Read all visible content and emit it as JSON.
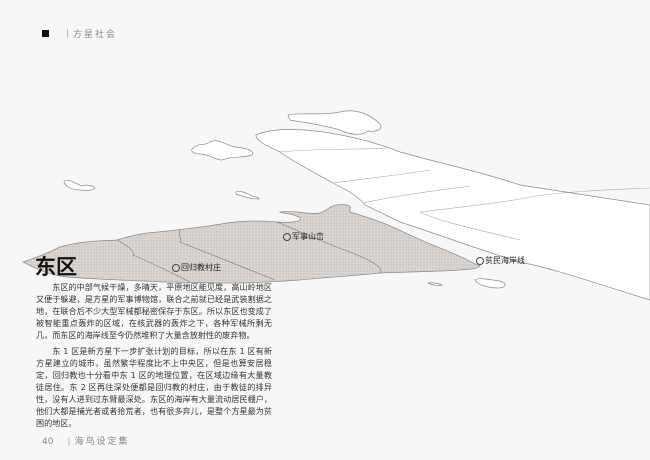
{
  "header": {
    "section": "方星社会"
  },
  "map": {
    "labels": [
      "回归教村庄",
      "军事山峦",
      "贫民海岸线"
    ],
    "colors": {
      "region_fill": "#d9d3d0",
      "land": "#ffffff",
      "sea": "#f7f7f7"
    }
  },
  "article": {
    "title": "东区",
    "paragraphs": [
      "东区的中部气候干燥，多晴天，平原地区能见度，高山岭地区又便于躲避，是方星的军事博物馆，联合之前就已经是武装割据之地，在联合后不少大型军械都秘密保存于东区。所以东区也变成了被智能重点轰炸的区域，在核武器的轰炸之下，各种军械所剩无几，而东区的海岸线至今仍然堆积了大量含放射性的废弃物。",
      "东 1 区是新方星下一步扩张计划的目标，所以在东 1 区有新方星建立的城市，虽然繁华程度比不上中央区，但是也算安居稳定，回归教也十分看中东 1 区的地理位置，在区域边缘有大量教徒居住。东 2 区再往深处便都是回归教的村庄，由于教徒的排异性，没有人进到过东臂最深处。东区的海岸有大量流动居民棚户，他们大都是捕光者或者拾荒者，也有很多弃儿，是整个方星最为贫困的地区。"
    ]
  },
  "footer": {
    "page_number": "40",
    "book_title": "海鸟设定集"
  }
}
